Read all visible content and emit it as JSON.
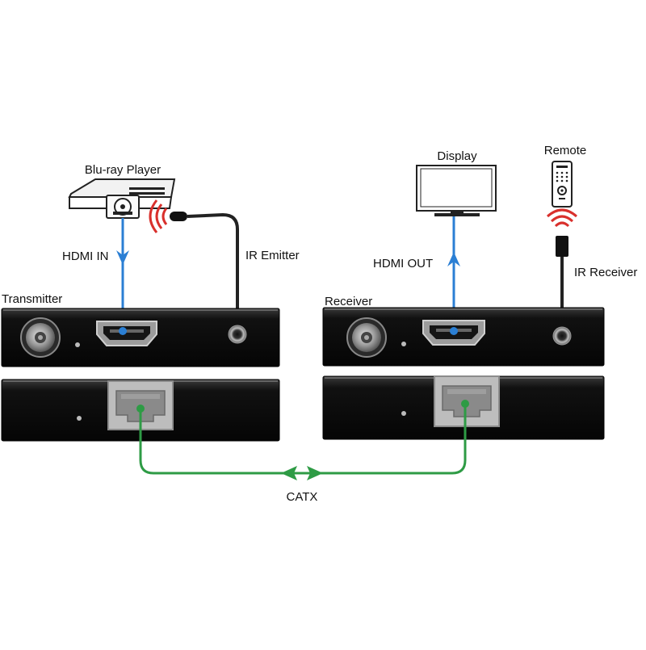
{
  "labels": {
    "bluray": "Blu-ray Player",
    "hdmi_in": "HDMI IN",
    "ir_emitter": "IR Emitter",
    "transmitter": "Transmitter",
    "display": "Display",
    "remote": "Remote",
    "hdmi_out": "HDMI OUT",
    "ir_receiver": "IR Receiver",
    "receiver": "Receiver",
    "catx": "CATX"
  },
  "colors": {
    "hdmi_line": "#2b7fd4",
    "catx_line": "#2e9b45",
    "ir_wave": "#d9302c",
    "device_body": "#161616",
    "cable": "#222222"
  }
}
